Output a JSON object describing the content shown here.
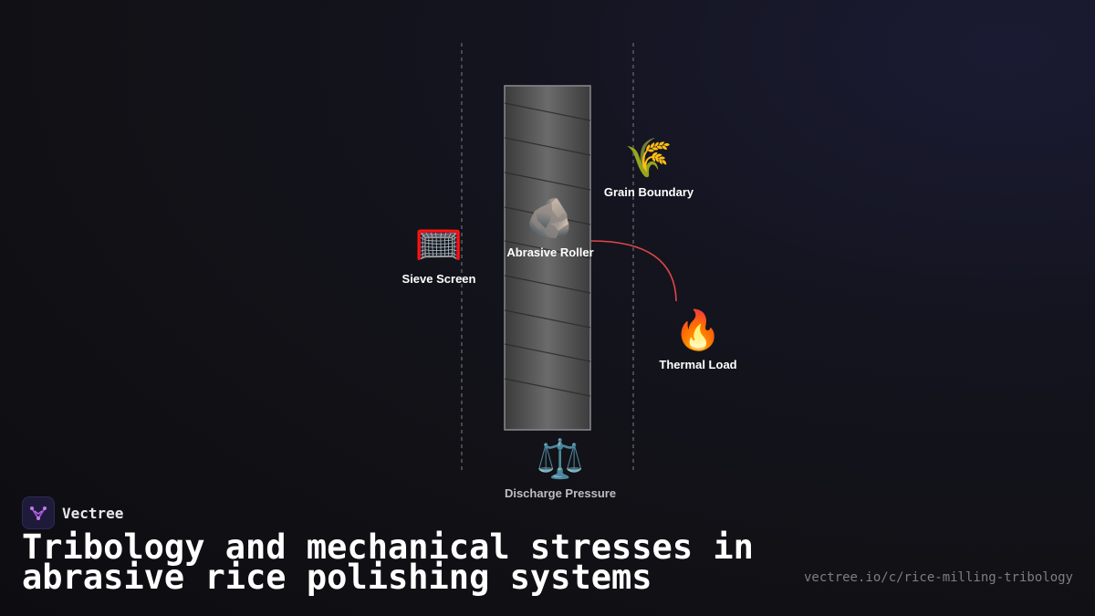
{
  "diagram": {
    "nodes": {
      "sieve_screen": {
        "icon": "goal-net-icon",
        "emoji": "🥅",
        "label": "Sieve Screen"
      },
      "abrasive_roller": {
        "icon": "rock-icon",
        "emoji": "🪨",
        "label": "Abrasive Roller"
      },
      "grain_boundary": {
        "icon": "sheaf-of-rice-icon",
        "emoji": "🌾",
        "label": "Grain Boundary"
      },
      "thermal_load": {
        "icon": "fire-icon",
        "emoji": "🔥",
        "label": "Thermal Load"
      },
      "discharge_pressure": {
        "icon": "balance-scale-icon",
        "emoji": "⚖️",
        "label": "Discharge Pressure"
      }
    },
    "connector_color": "#e0454a"
  },
  "brand": {
    "name": "Vectree",
    "accent": "#a24bd6"
  },
  "title": "Tribology and mechanical stresses in abrasive rice polishing systems",
  "url": "vectree.io/c/rice-milling-tribology"
}
